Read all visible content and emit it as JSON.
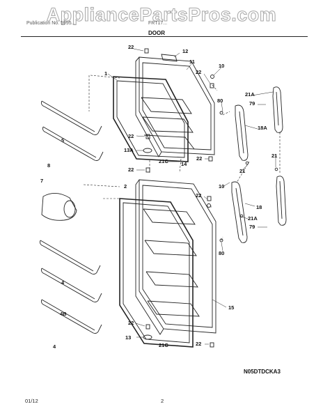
{
  "watermark": "AppliancePartsPros.com",
  "header": {
    "left_text": "Publication No. 5995...",
    "right_text": "FRT17...",
    "section_title": "DOOR"
  },
  "callouts": {
    "c22_top": "22",
    "c12": "12",
    "c11": "11",
    "c10_top": "10",
    "c1": "1",
    "c22_b": "22",
    "c80_top": "80",
    "c21A_top": "21A",
    "c79_top": "79",
    "c18A": "18A",
    "c5": "5",
    "c8": "8",
    "c22_c": "22",
    "c13A": "13A",
    "c22_d": "22",
    "c21C_top": "21C",
    "c14": "14",
    "c21_a": "21",
    "c21_b": "21",
    "c22_e": "22",
    "c7": "7",
    "c2": "2",
    "c10_b": "10",
    "c22_f": "22",
    "c18": "18",
    "c21A_b": "21A",
    "c79_b": "79",
    "c80_b": "80",
    "c4_a": "4",
    "c4B": "4B",
    "c4_b": "4",
    "c15": "15",
    "c22_g": "22",
    "c13": "13",
    "c21C_b": "21C",
    "c22_h": "22"
  },
  "diagram_code": "N05DTDCKA3",
  "footer": {
    "date": "01/12",
    "page": "2"
  }
}
